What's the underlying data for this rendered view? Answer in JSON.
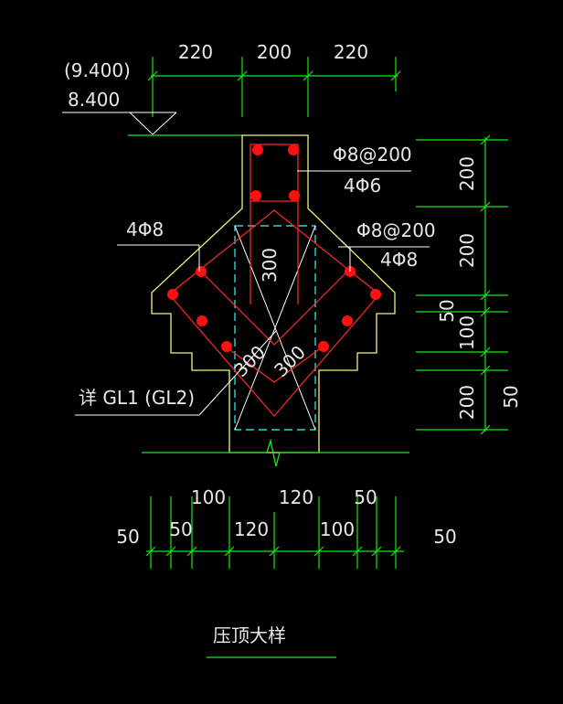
{
  "title": "压顶大样",
  "elevation": {
    "upper": "(9.400)",
    "lower": "8.400"
  },
  "top_dimensions": [
    "220",
    "200",
    "220"
  ],
  "right_dimensions": [
    "200",
    "200",
    "50",
    "100",
    "200"
  ],
  "right_outer_dimension": "50",
  "inner_dimension": "300",
  "diagonal_dimensions": [
    "300",
    "300"
  ],
  "rebar_labels": {
    "top_stirrup": "Φ8@200",
    "top_bars": "4Φ6",
    "left_bars": "4Φ8",
    "right_stirrup": "Φ8@200",
    "right_bars": "4Φ8"
  },
  "reference_label": "详 GL1 (GL2)",
  "bottom_dimensions": {
    "upper_row": [
      "100",
      "120",
      "50"
    ],
    "lower_row": [
      "50",
      "50",
      "120",
      "100",
      "50"
    ]
  },
  "colors": {
    "background": "#000000",
    "dimension": "#19e619",
    "outline": "#f2f27a",
    "rebar": "#ff2a2a",
    "hidden": "#25d9d9",
    "text": "#e8e8e8"
  }
}
